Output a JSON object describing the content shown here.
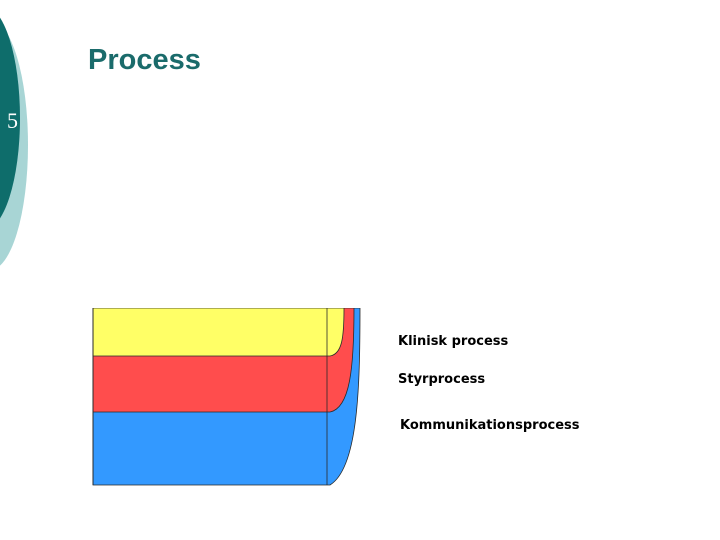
{
  "slide": {
    "title": "Process",
    "number": "5"
  },
  "diagram": {
    "layers": [
      {
        "label": "Klinisk process",
        "color": "#ffff66"
      },
      {
        "label": "Styrprocess",
        "color": "#ff4d4d"
      },
      {
        "label": "Kommunikationsprocess",
        "color": "#3399ff"
      }
    ]
  },
  "theme": {
    "accent_dark": "#0e6d6b",
    "accent_light": "#a8d5d5"
  }
}
